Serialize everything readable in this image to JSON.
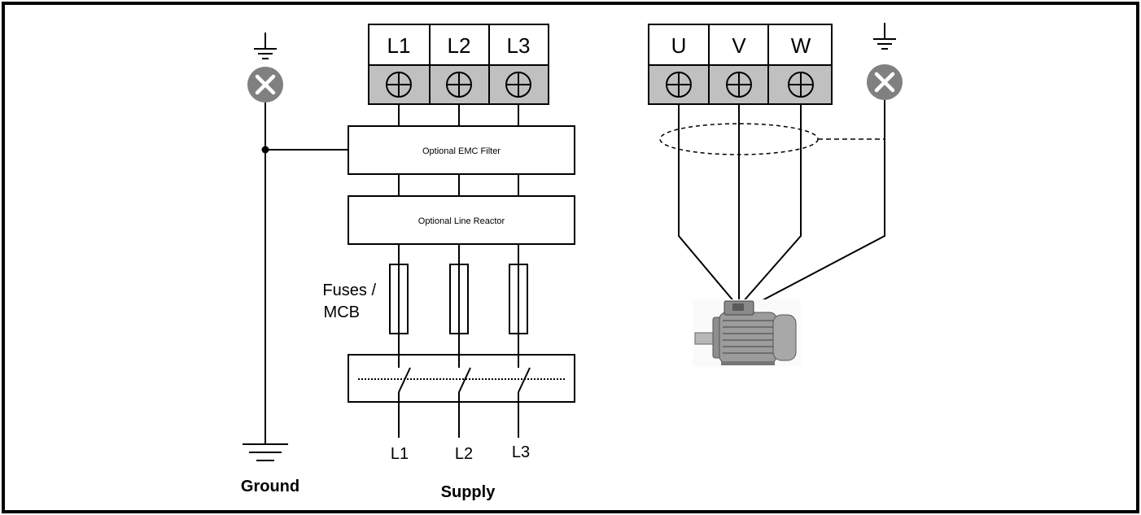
{
  "supply_terminals": [
    "L1",
    "L2",
    "L3"
  ],
  "output_terminals": [
    "U",
    "V",
    "W"
  ],
  "emc_filter_label": "Optional EMC Filter",
  "line_reactor_label": "Optional Line Reactor",
  "fuses_label_line1": "Fuses /",
  "fuses_label_line2": "MCB",
  "supply_line_labels": [
    "L1",
    "L2",
    "L3"
  ],
  "ground_label": "Ground",
  "supply_label": "Supply",
  "colors": {
    "terminal_screw_bg": "#c0c0c0",
    "ground_marker_fill": "#808080",
    "line": "#000000",
    "motor_body": "#9a9a9a"
  },
  "icons": {
    "earth": "earth-ground-icon",
    "ground_marker": "x-circle-icon",
    "terminal_screw": "screw-terminal-icon",
    "motor": "motor-icon"
  }
}
